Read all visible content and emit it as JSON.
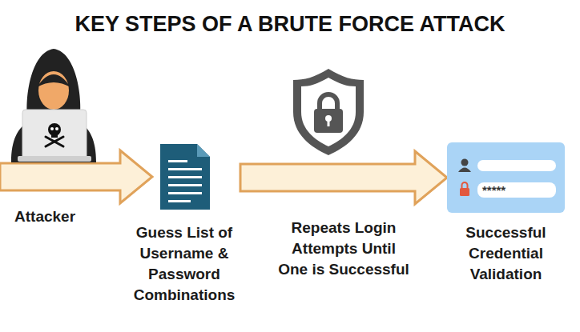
{
  "diagram": {
    "title": "KEY STEPS OF A BRUTE FORCE ATTACK",
    "nodes": [
      {
        "text": [
          "Attacker"
        ]
      },
      {
        "text": [
          "Guess List of Username & Password Combinations"
        ]
      },
      {
        "text": [
          "*****",
          "Successful Credential Validation"
        ]
      }
    ],
    "edges": [
      {
        "from": 0,
        "to": 1,
        "arrow": "to"
      },
      {
        "from": 1,
        "to": 2,
        "label": "Repeats Login Attempts Until One is Successful",
        "arrow": "to"
      }
    ]
  }
}
